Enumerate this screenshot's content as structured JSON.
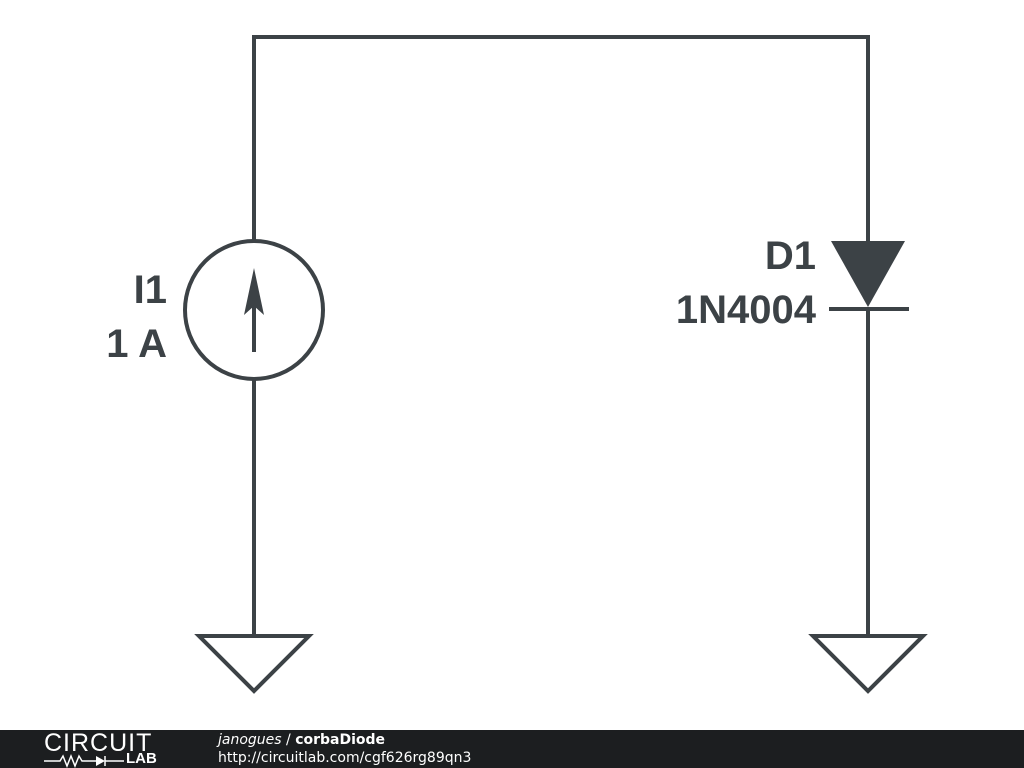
{
  "colors": {
    "wire": "#3c4246",
    "footer_bg": "#1c1e20",
    "footer_text": "#ffffff"
  },
  "components": {
    "current_source": {
      "designator": "I1",
      "value": "1 A",
      "symbol": "current-source-arrow-up"
    },
    "diode": {
      "designator": "D1",
      "part": "1N4004",
      "symbol": "diode-cathode-down"
    }
  },
  "footer": {
    "logo_line1": "CIRCUIT",
    "logo_line2": "LAB",
    "author": "janogues",
    "separator": " / ",
    "title": "corbaDiode",
    "url": "http://circuitlab.com/cgf626rg89qn3"
  }
}
